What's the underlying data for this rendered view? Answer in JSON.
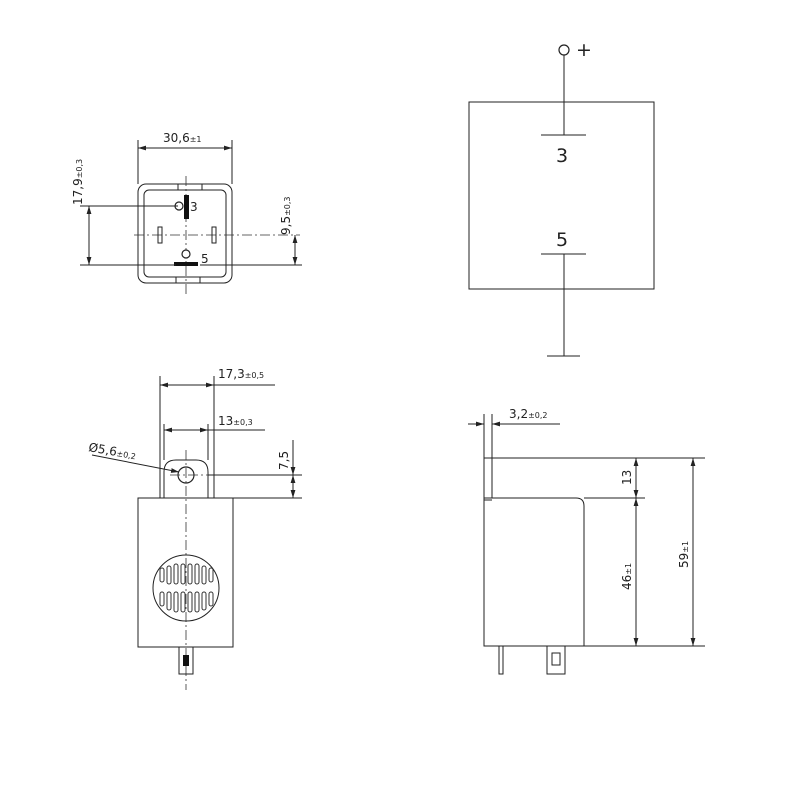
{
  "top_view": {
    "width_value": "30,6",
    "width_tol": "±1",
    "height_value": "17,9",
    "height_tol": "±0,3",
    "offset_value": "9,5",
    "offset_tol": "±0,3",
    "pin_3": "3",
    "pin_5": "5"
  },
  "schematic": {
    "plus": "+",
    "pin_3": "3",
    "pin_5": "5"
  },
  "front_view": {
    "overall_width_value": "17,3",
    "overall_width_tol": "±0,5",
    "tab_width_value": "13",
    "tab_width_tol": "±0,3",
    "hole_dia_value": "Ø5,6",
    "hole_dia_tol": "±0,2",
    "hole_height_value": "7,5"
  },
  "side_view": {
    "thickness_value": "3,2",
    "thickness_tol": "±0,2",
    "tab_height_value": "13",
    "body_height_value": "46",
    "body_height_tol": "±1",
    "total_height_value": "59",
    "total_height_tol": "±1"
  }
}
